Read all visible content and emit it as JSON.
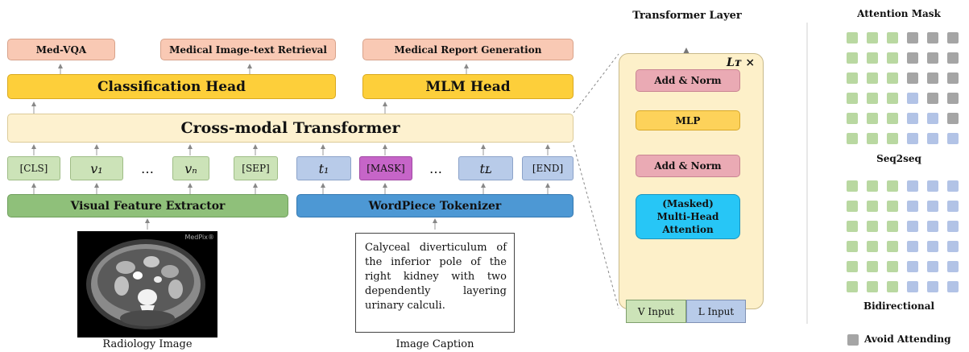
{
  "tasks": {
    "vqa": "Med-VQA",
    "retrieval": "Medical Image-text Retrieval",
    "report": "Medical Report Generation"
  },
  "heads": {
    "classification": "Classification Head",
    "mlm": "MLM Head"
  },
  "transformer": "Cross-modal Transformer",
  "tokens": {
    "cls": "[CLS]",
    "v1": "v₁",
    "dots1": "…",
    "vN": "vₙ",
    "sep": "[SEP]",
    "t1": "t₁",
    "mask": "[MASK]",
    "dots2": "…",
    "tL": "tʟ",
    "end": "[END]"
  },
  "extractors": {
    "visual": "Visual Feature Extractor",
    "wordpiece": "WordPiece Tokenizer"
  },
  "image": {
    "watermark": "MedPix®",
    "label": "Radiology Image"
  },
  "caption": {
    "text": "Calyceal diverticulum of the inferior pole of the right kidney with two dependently layering urinary calculi.",
    "label": "Image Caption"
  },
  "transformer_layer": {
    "title": "Transformer Layer",
    "repeat": "Lᴛ ×",
    "add_norm_top": "Add & Norm",
    "mlp": "MLP",
    "add_norm_bottom": "Add & Norm",
    "mha_line1": "(Masked)",
    "mha_line2": "Multi-Head",
    "mha_line3": "Attention",
    "v_input": "V Input",
    "l_input": "L Input"
  },
  "attention_mask": {
    "title": "Attention Mask",
    "seq2seq_label": "Seq2seq",
    "bidirectional_label": "Bidirectional",
    "legend": "Avoid Attending",
    "colors": {
      "visual": "#b9d8a1",
      "language": "#b2c3e6",
      "avoid": "#a5a5a5"
    },
    "seq2seq": [
      [
        "g",
        "g",
        "g",
        "d",
        "d",
        "d"
      ],
      [
        "g",
        "g",
        "g",
        "d",
        "d",
        "d"
      ],
      [
        "g",
        "g",
        "g",
        "d",
        "d",
        "d"
      ],
      [
        "g",
        "g",
        "g",
        "b",
        "d",
        "d"
      ],
      [
        "g",
        "g",
        "g",
        "b",
        "b",
        "d"
      ],
      [
        "g",
        "g",
        "g",
        "b",
        "b",
        "b"
      ]
    ],
    "bidirectional": [
      [
        "g",
        "g",
        "g",
        "b",
        "b",
        "b"
      ],
      [
        "g",
        "g",
        "g",
        "b",
        "b",
        "b"
      ],
      [
        "g",
        "g",
        "g",
        "b",
        "b",
        "b"
      ],
      [
        "g",
        "g",
        "g",
        "b",
        "b",
        "b"
      ],
      [
        "g",
        "g",
        "g",
        "b",
        "b",
        "b"
      ],
      [
        "g",
        "g",
        "g",
        "b",
        "b",
        "b"
      ]
    ]
  }
}
